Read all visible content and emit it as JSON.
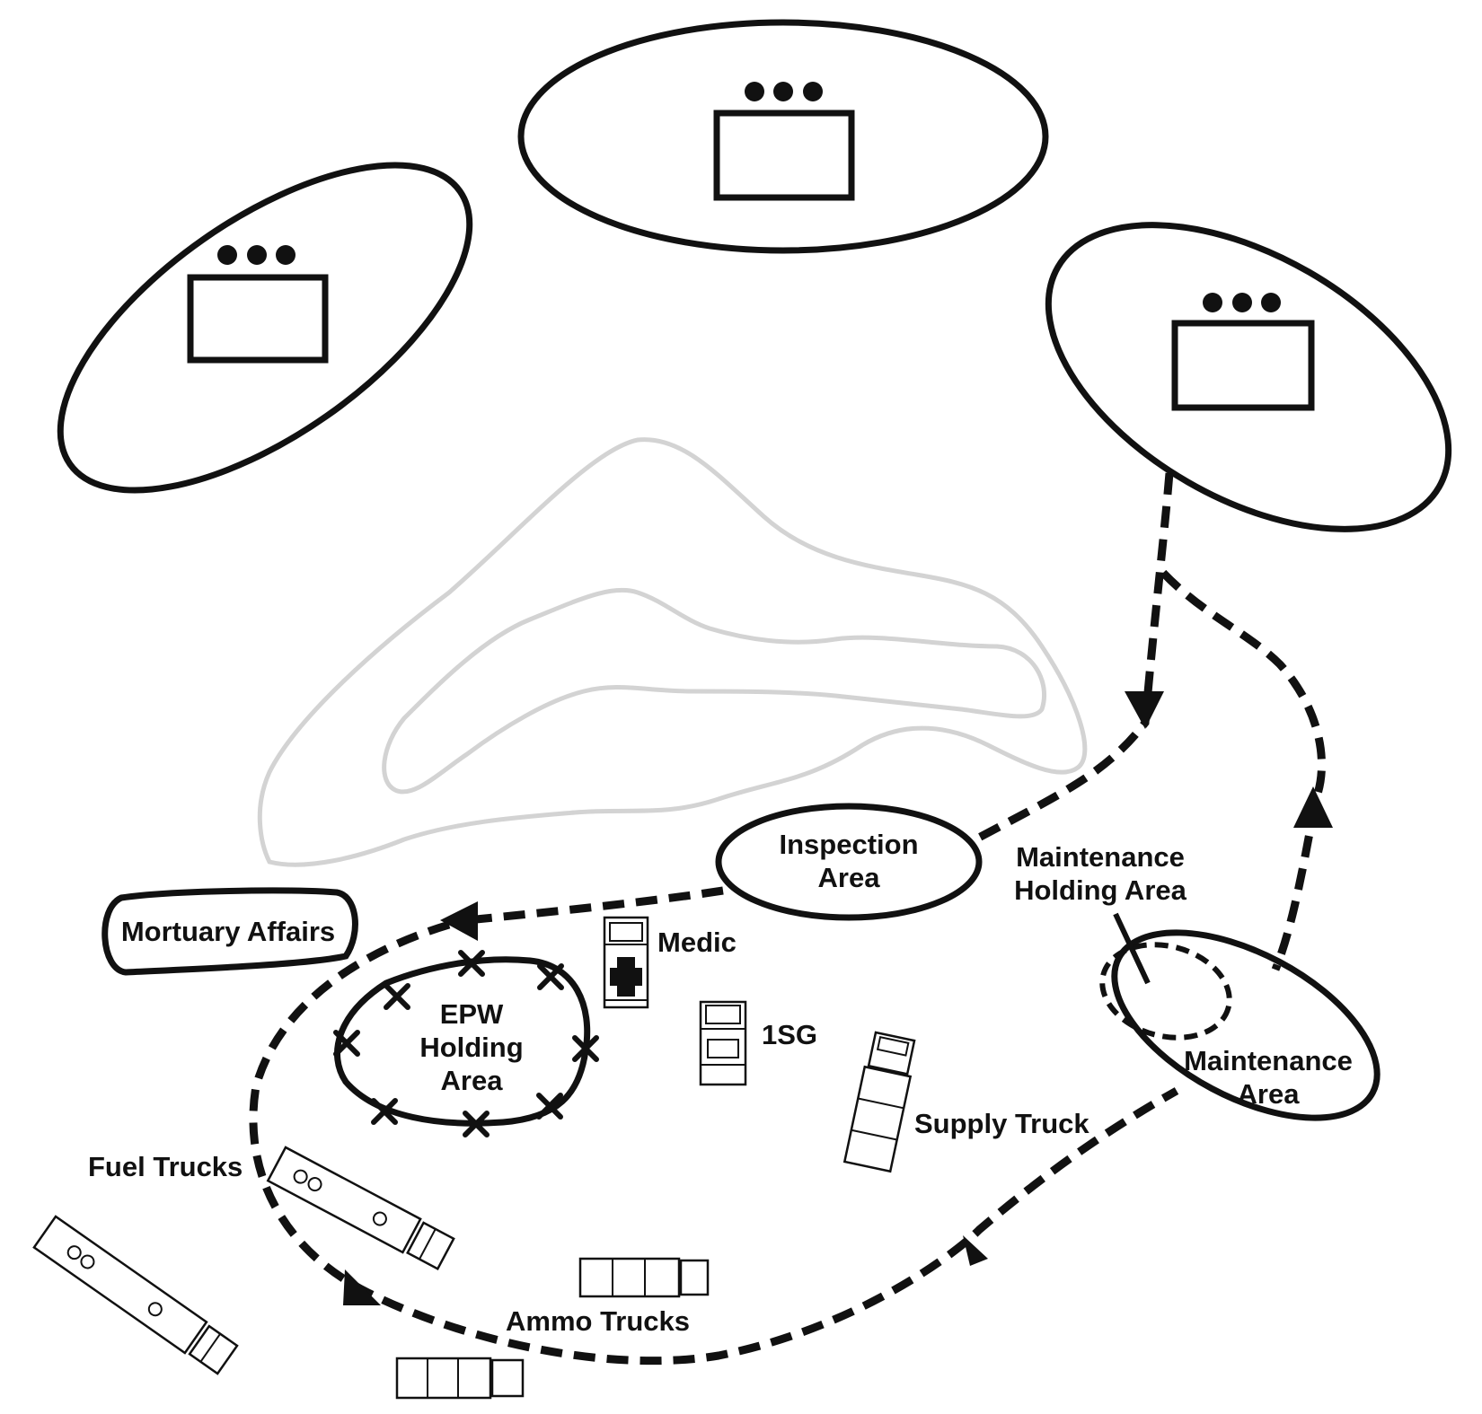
{
  "diagram": {
    "labels": {
      "inspection_area": [
        "Inspection",
        "Area"
      ],
      "maintenance_holding_area": [
        "Maintenance",
        "Holding Area"
      ],
      "mortuary_affairs": "Mortuary Affairs",
      "medic": "Medic",
      "epw_holding_area": [
        "EPW",
        "Holding",
        "Area"
      ],
      "first_sergeant": "1SG",
      "supply_truck": "Supply Truck",
      "maintenance_area": [
        "Maintenance",
        "Area"
      ],
      "fuel_trucks": "Fuel Trucks",
      "ammo_trucks": "Ammo Trucks"
    },
    "unit_symbol_size_dots": 3,
    "colors": {
      "ink": "#111111",
      "terrain_contour": "#d3d3d3",
      "background": "#ffffff"
    }
  }
}
